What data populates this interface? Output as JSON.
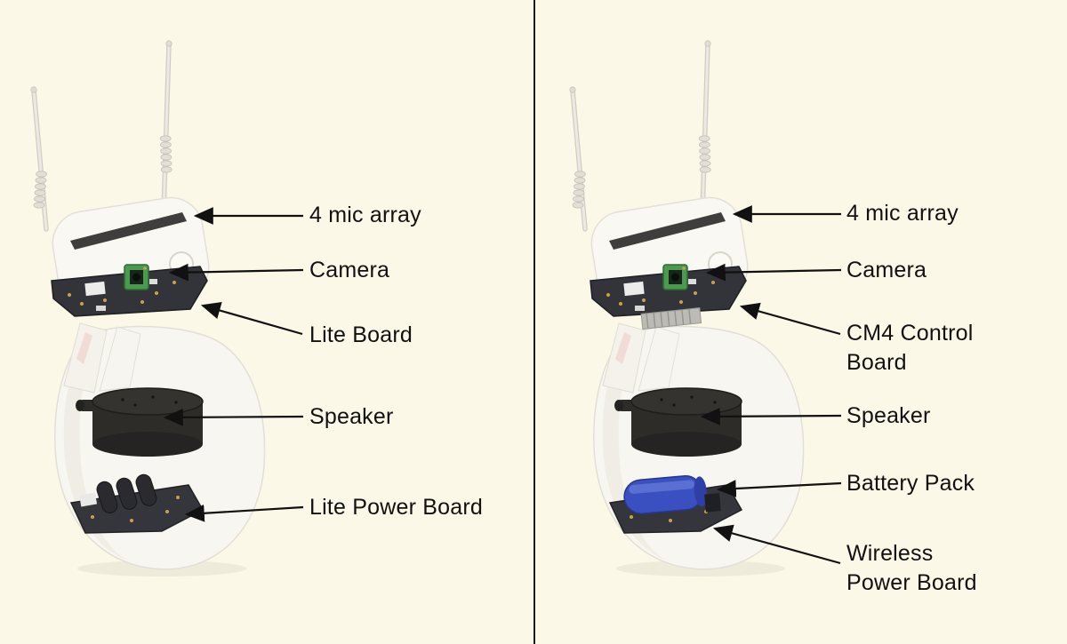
{
  "diagram_title": "robot-device-exploded-component-diagram",
  "colors": {
    "background": "#FCF8E8",
    "divider": "#1a1a1a",
    "text": "#111111",
    "arrow": "#111111",
    "body_shell": "#F8F6F1",
    "board": "#33343A",
    "mic_slot": "#3F3E3C",
    "camera": "#4A9A4F",
    "speaker": "#2E2C29",
    "battery": "#3A50C0"
  },
  "panels": [
    {
      "id": "lite-version",
      "labels": [
        {
          "text": "4 mic array"
        },
        {
          "text": "Camera"
        },
        {
          "text": "Lite Board"
        },
        {
          "text": "Speaker"
        },
        {
          "text": "Lite Power Board"
        }
      ]
    },
    {
      "id": "cm4-version",
      "labels": [
        {
          "text": "4 mic array"
        },
        {
          "text": "Camera"
        },
        {
          "text": "CM4 Control\nBoard"
        },
        {
          "text": "Speaker"
        },
        {
          "text": "Battery Pack"
        },
        {
          "text": "Wireless\nPower Board"
        }
      ]
    }
  ]
}
